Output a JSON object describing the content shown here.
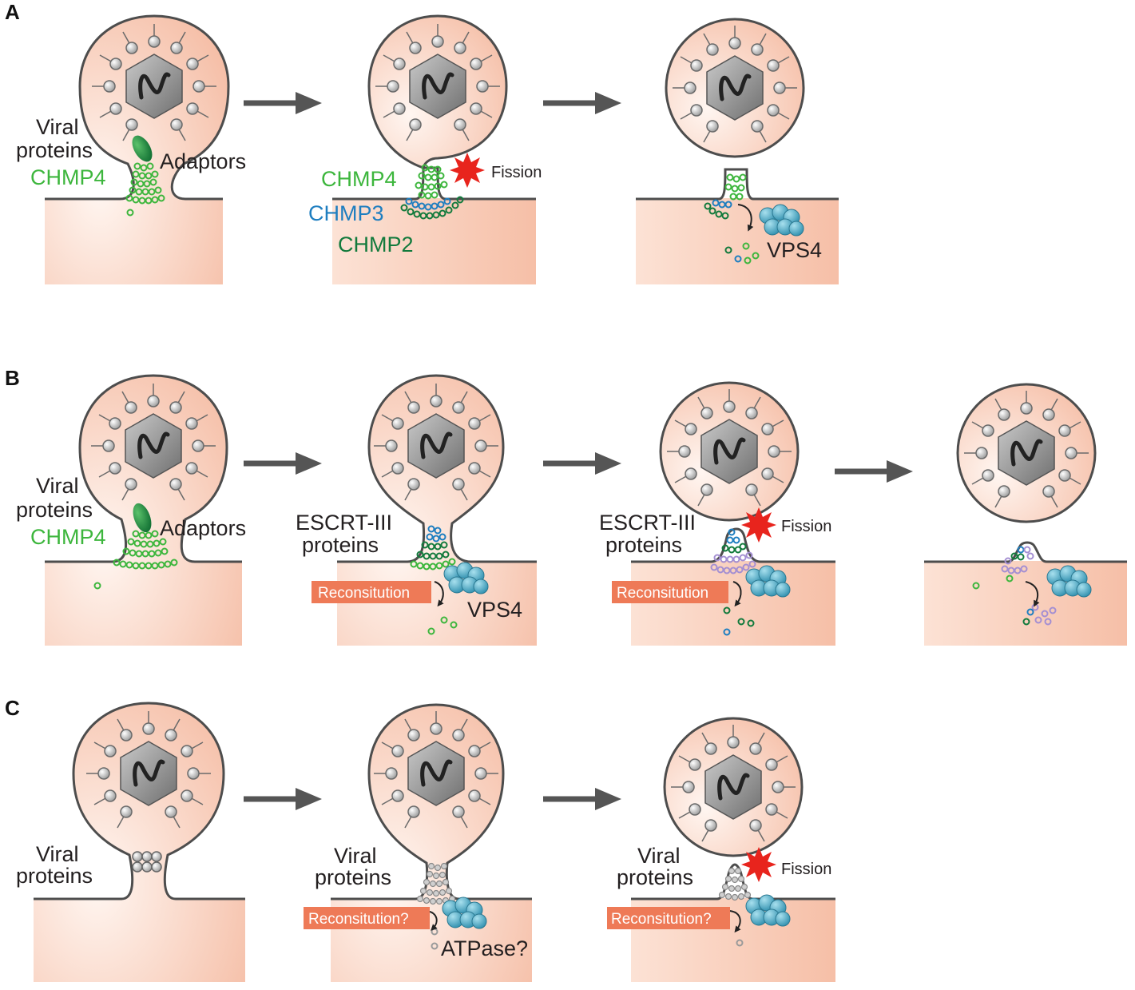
{
  "colors": {
    "cell": "#f8c7b2",
    "outline": "#4d4d4d",
    "arrow": "#555555",
    "chmp4": "#3db63d",
    "chmp3": "#1e7ec0",
    "chmp2": "#127a3c",
    "purple": "#a48fd2",
    "vps4": "#4fb1cb",
    "fission": "#e8241d",
    "recon_box": "#ee7a57"
  },
  "panels": {
    "A": {
      "letter": "A",
      "step1": {
        "viral": [
          "Viral",
          "proteins"
        ],
        "chmp4": "CHMP4",
        "adaptors": "Adaptors"
      },
      "step2": {
        "chmp4": "CHMP4",
        "chmp3": "CHMP3",
        "chmp2": "CHMP2",
        "fission": "Fission"
      },
      "step3": {
        "vps4": "VPS4"
      }
    },
    "B": {
      "letter": "B",
      "step1": {
        "viral": [
          "Viral",
          "proteins"
        ],
        "chmp4": "CHMP4",
        "adaptors": "Adaptors"
      },
      "step2": {
        "escrt": [
          "ESCRT-III",
          "proteins"
        ],
        "recon": "Reconsitution",
        "vps4": "VPS4"
      },
      "step3": {
        "escrt": [
          "ESCRT-III",
          "proteins"
        ],
        "recon": "Reconsitution",
        "fission": "Fission"
      }
    },
    "C": {
      "letter": "C",
      "step1": {
        "viral": [
          "Viral",
          "proteins"
        ]
      },
      "step2": {
        "viral": [
          "Viral",
          "proteins"
        ],
        "recon": "Reconsitution?",
        "atpase": "ATPase?"
      },
      "step3": {
        "viral": [
          "Viral",
          "proteins"
        ],
        "recon": "Reconsitution?",
        "fission": "Fission"
      }
    }
  },
  "icons": [
    "virus-capsid-icon",
    "vps4-complex-icon",
    "fission-burst-icon",
    "process-arrow-icon"
  ]
}
